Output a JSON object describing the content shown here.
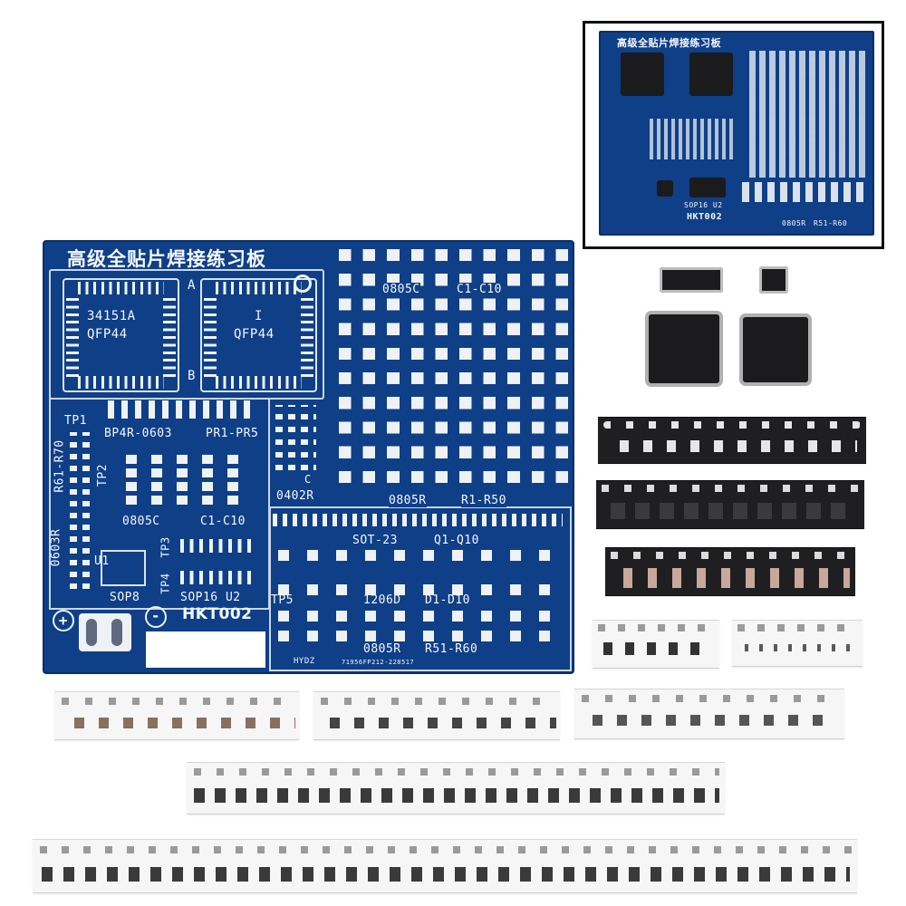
{
  "board": {
    "title": "高级全贴片焊接练习板",
    "qfp_a_label1": "34151A",
    "qfp_a_label2": "QFP44",
    "qfp_b_label1": "I",
    "qfp_b_label2": "QFP44",
    "mark_a": "A",
    "mark_b": "B",
    "tp1": "TP1",
    "tp2": "TP2",
    "tp3": "TP3",
    "tp4": "TP4",
    "tp5": "TP5",
    "r61_r70": "R61-R70",
    "r0603": "0603R",
    "bp4r": "BP4R-0603",
    "pr1_pr5": "PR1-PR5",
    "c0805": "0805C",
    "c1_c10": "C1-C10",
    "u1": "U1",
    "sop8": "SOP8",
    "sop16": "SOP16 U2",
    "r0402": "0402R",
    "c_mark": "C",
    "c0805_top": "0805C",
    "c11_c10": "C1-C10",
    "r0805": "0805R",
    "r1_r50": "R1-R50",
    "sot23": "SOT-23",
    "q1_q10": "Q1-Q10",
    "d1206": "1206D",
    "d1_d10": "D1-D10",
    "r0805_bottom": "0805R",
    "r51_r60": "R51-R60",
    "plus": "+",
    "minus": "-",
    "model": "HKT002",
    "brand": "HYDZ",
    "serial": "71956FP212-228517"
  },
  "inset": {
    "title": "高级全贴片焊接练习板",
    "model": "HKT002",
    "sop16": "SOP16 U2",
    "r0805": "0805R",
    "r51_r60": "R51-R60"
  },
  "colors": {
    "pcb": "#0f3f86",
    "silk": "#f4f7ff",
    "pad": "#eef2f7",
    "tape": "#f6f6f6",
    "chip": "#1b1b1d"
  }
}
